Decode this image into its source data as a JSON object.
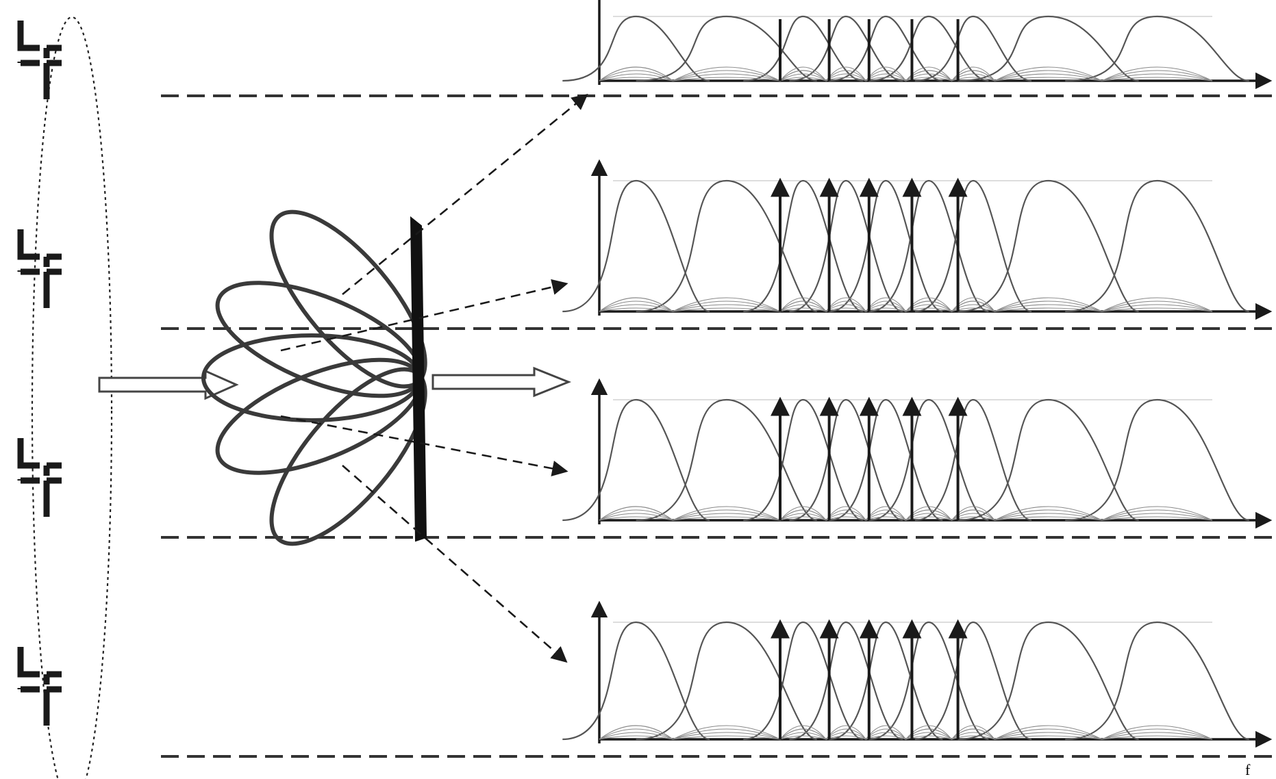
{
  "diagram": {
    "description_type": "beamforming-to-spectrum",
    "antenna_element_count": 4,
    "beam_lobe_count": 5,
    "spectrum_panel_count": 4,
    "corner_label": "f",
    "colors": {
      "ink": "#1a1a1a",
      "curve": "#555555",
      "dashed": "#333333",
      "arrow_outline": "#444444"
    }
  }
}
